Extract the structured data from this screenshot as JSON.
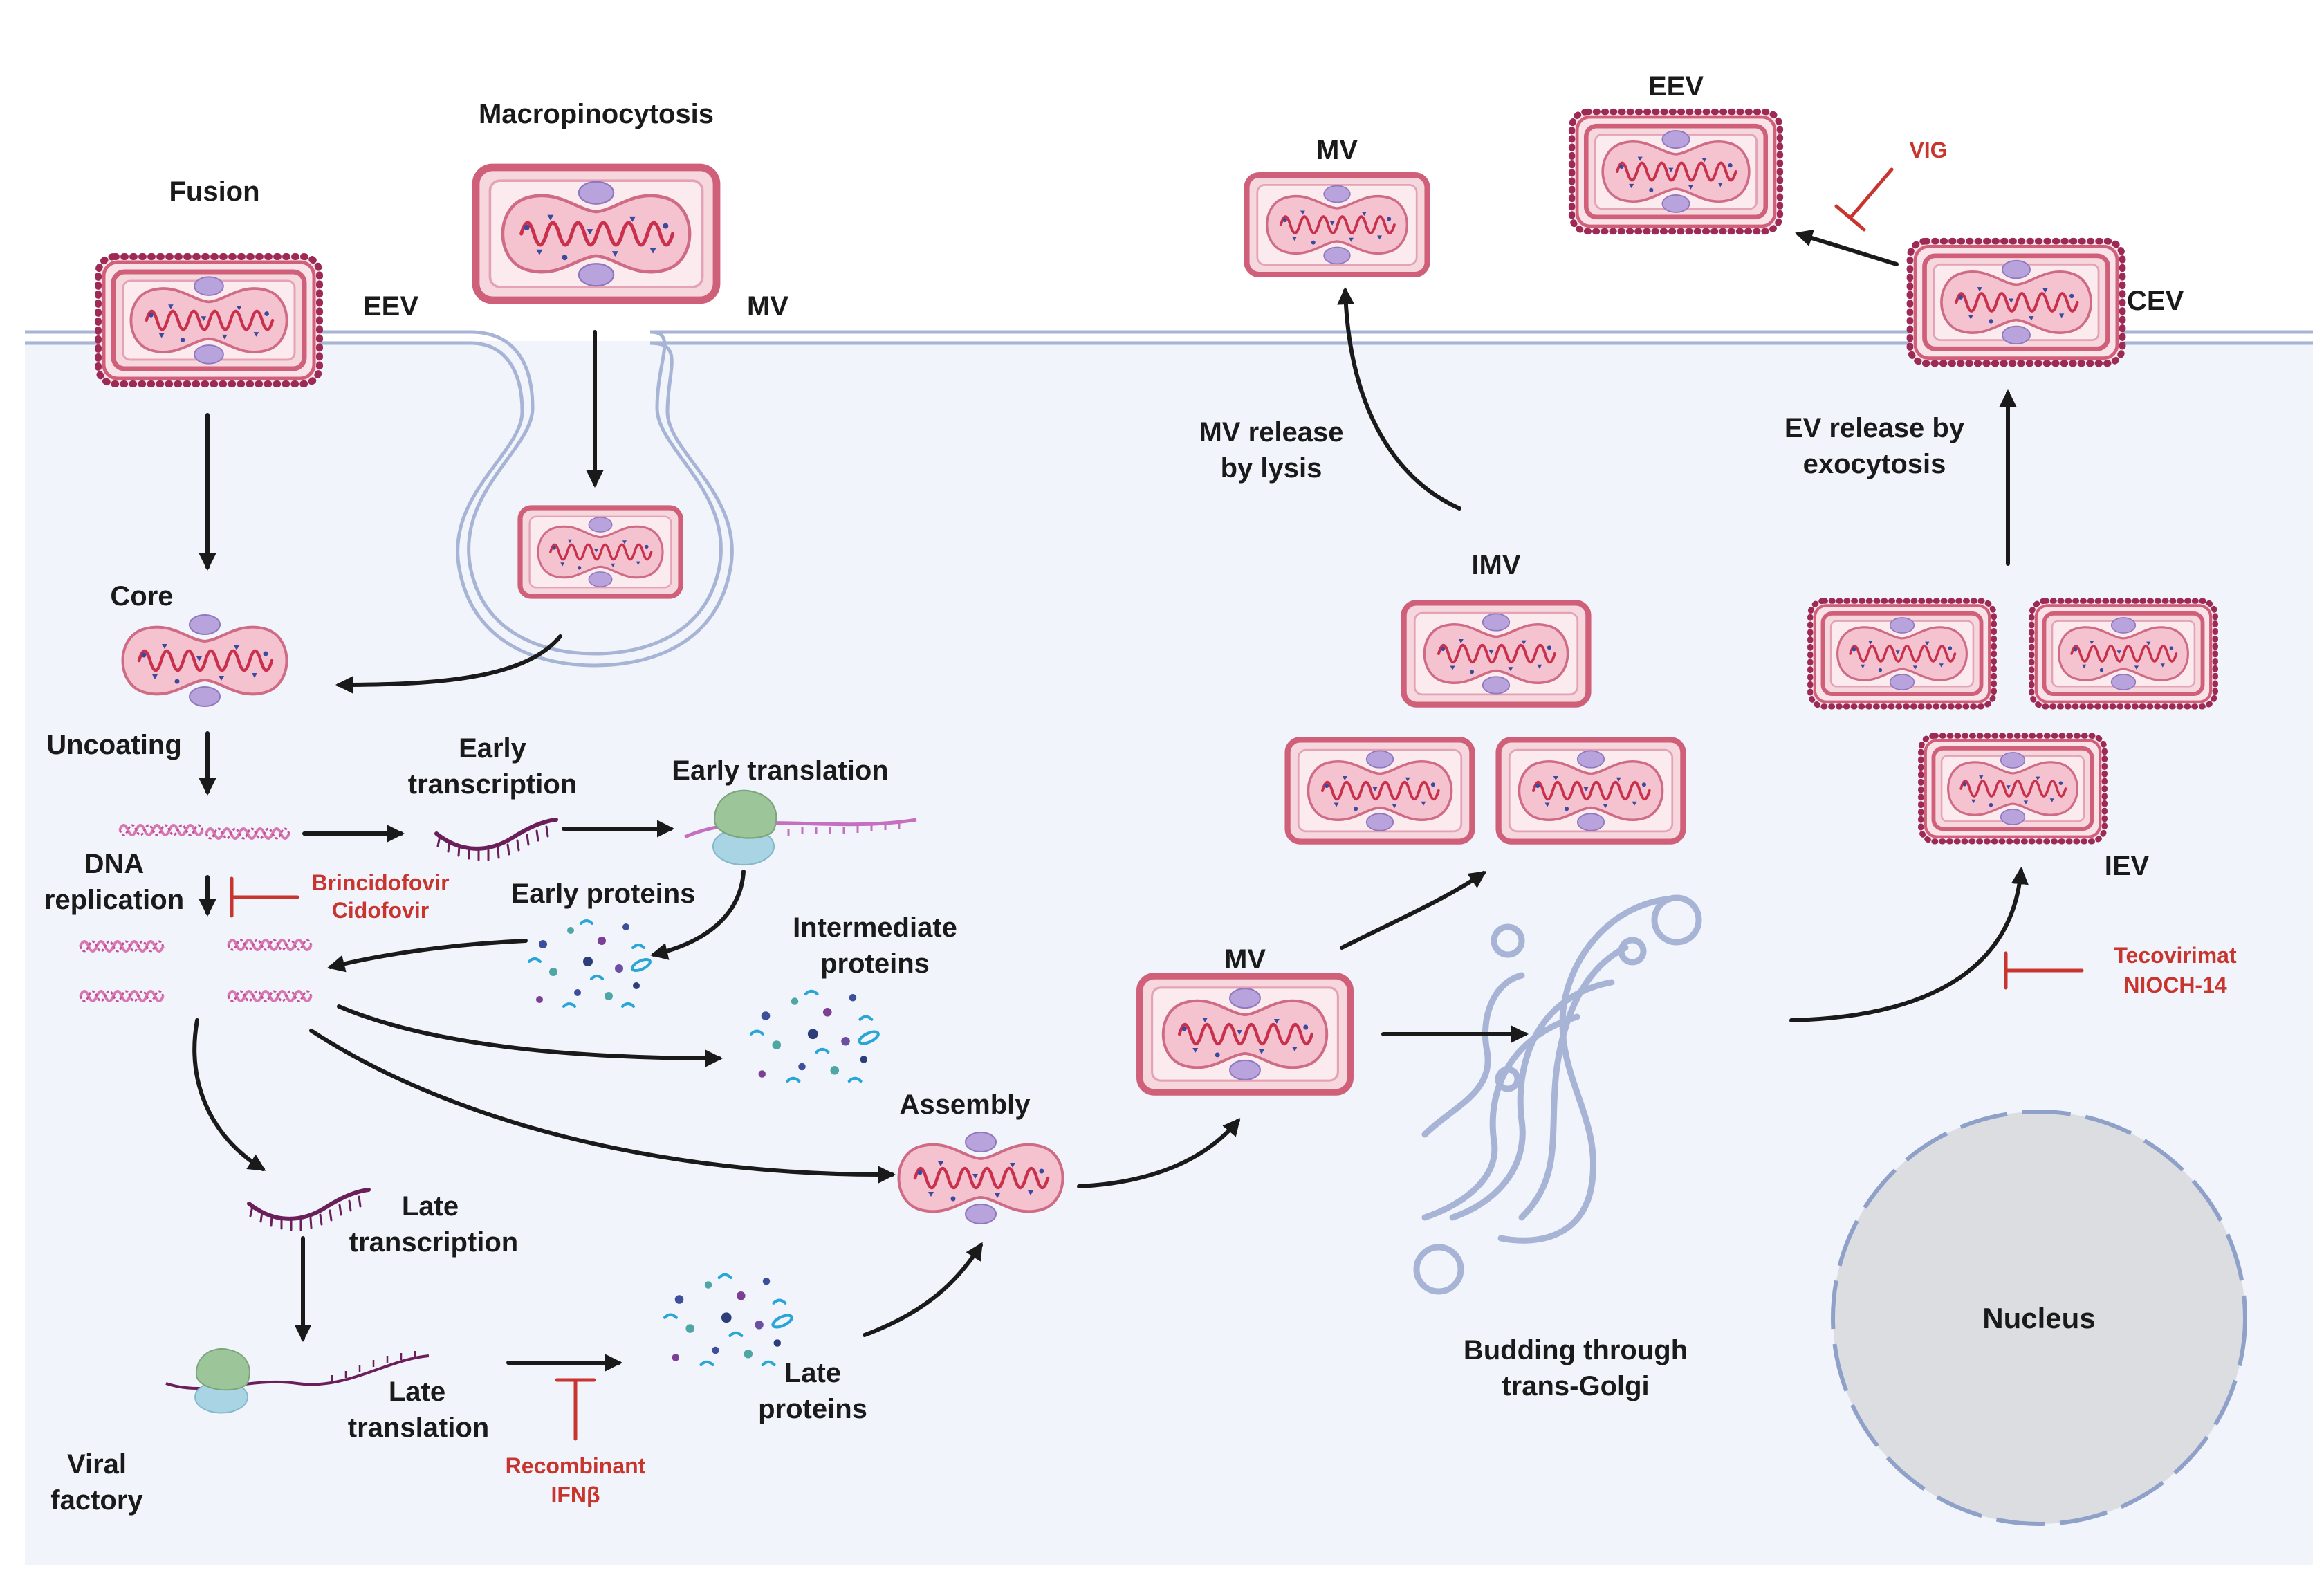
{
  "labels": {
    "fusion": "Fusion",
    "macropinocytosis": "Macropinocytosis",
    "eev_left": "EEV",
    "mv_left": "MV",
    "core": "Core",
    "uncoating": "Uncoating",
    "dna_replication_1": "DNA",
    "dna_replication_2": "replication",
    "early_transcription_1": "Early",
    "early_transcription_2": "transcription",
    "early_translation": "Early translation",
    "early_proteins": "Early proteins",
    "intermediate_proteins_1": "Intermediate",
    "intermediate_proteins_2": "proteins",
    "late_transcription_1": "Late",
    "late_transcription_2": "transcription",
    "late_translation_1": "Late",
    "late_translation_2": "translation",
    "late_proteins_1": "Late",
    "late_proteins_2": "proteins",
    "viral_factory_1": "Viral",
    "viral_factory_2": "factory",
    "assembly": "Assembly",
    "mv_center": "MV",
    "imv": "IMV",
    "mv_top": "MV",
    "mv_release_1": "MV release",
    "mv_release_2": "by lysis",
    "budding_1": "Budding through",
    "budding_2": "trans-Golgi",
    "eev_top": "EEV",
    "cev": "CEV",
    "ev_release_1": "EV release by",
    "ev_release_2": "exocytosis",
    "iev": "IEV",
    "nucleus": "Nucleus"
  },
  "drugs": {
    "brincidofovir": "Brincidofovir",
    "cidofovir": "Cidofovir",
    "recombinant_1": "Recombinant",
    "recombinant_2": "IFNβ",
    "vig": "VIG",
    "tecovirimat": "Tecovirimat",
    "nioch": "NIOCH-14"
  },
  "colors": {
    "inhibitor": "#c8342e",
    "virion_fill": "#f7d7de",
    "virion_border": "#d0607a",
    "membrane": "#a7b4d6",
    "cytoplasm": "#f1f4fa",
    "nucleus": "#dcdde0"
  }
}
